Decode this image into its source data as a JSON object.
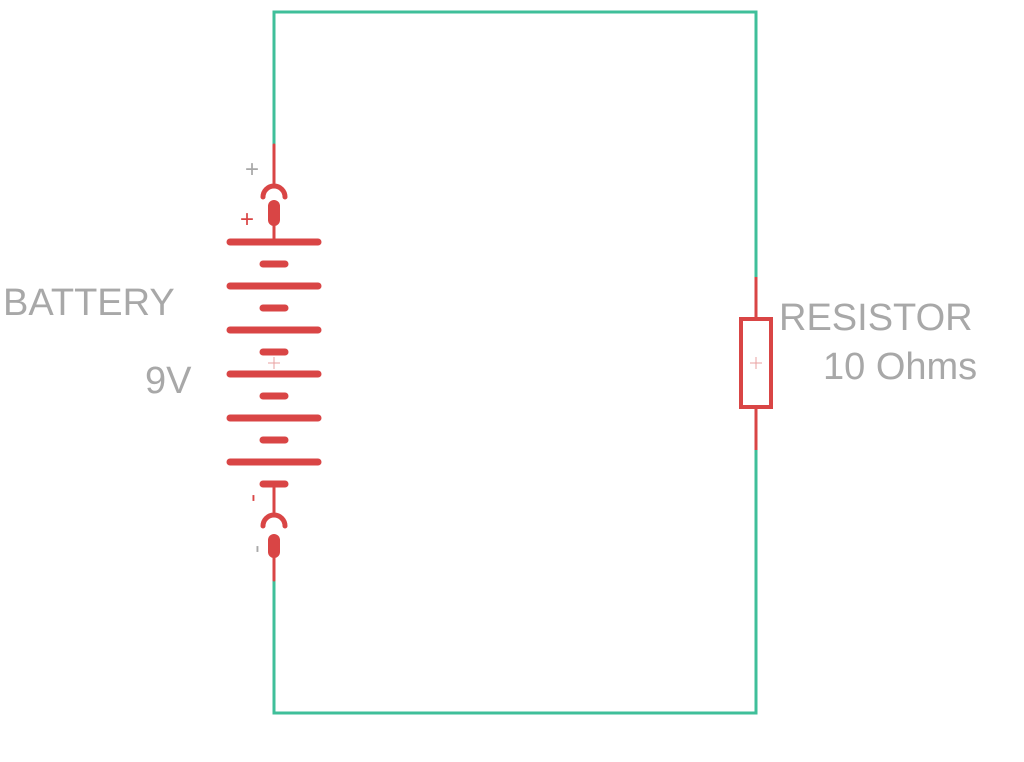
{
  "colors": {
    "wire": "#3fbf9a",
    "component": "#d94545",
    "label": "#a8a8a8"
  },
  "battery": {
    "name": "BATTERY",
    "value": "9V",
    "pos_pin_label": "+",
    "pos_symbol": "+",
    "neg_pin_label": "-",
    "neg_symbol": "-"
  },
  "resistor": {
    "name": "RESISTOR",
    "value": "10 Ohms"
  }
}
